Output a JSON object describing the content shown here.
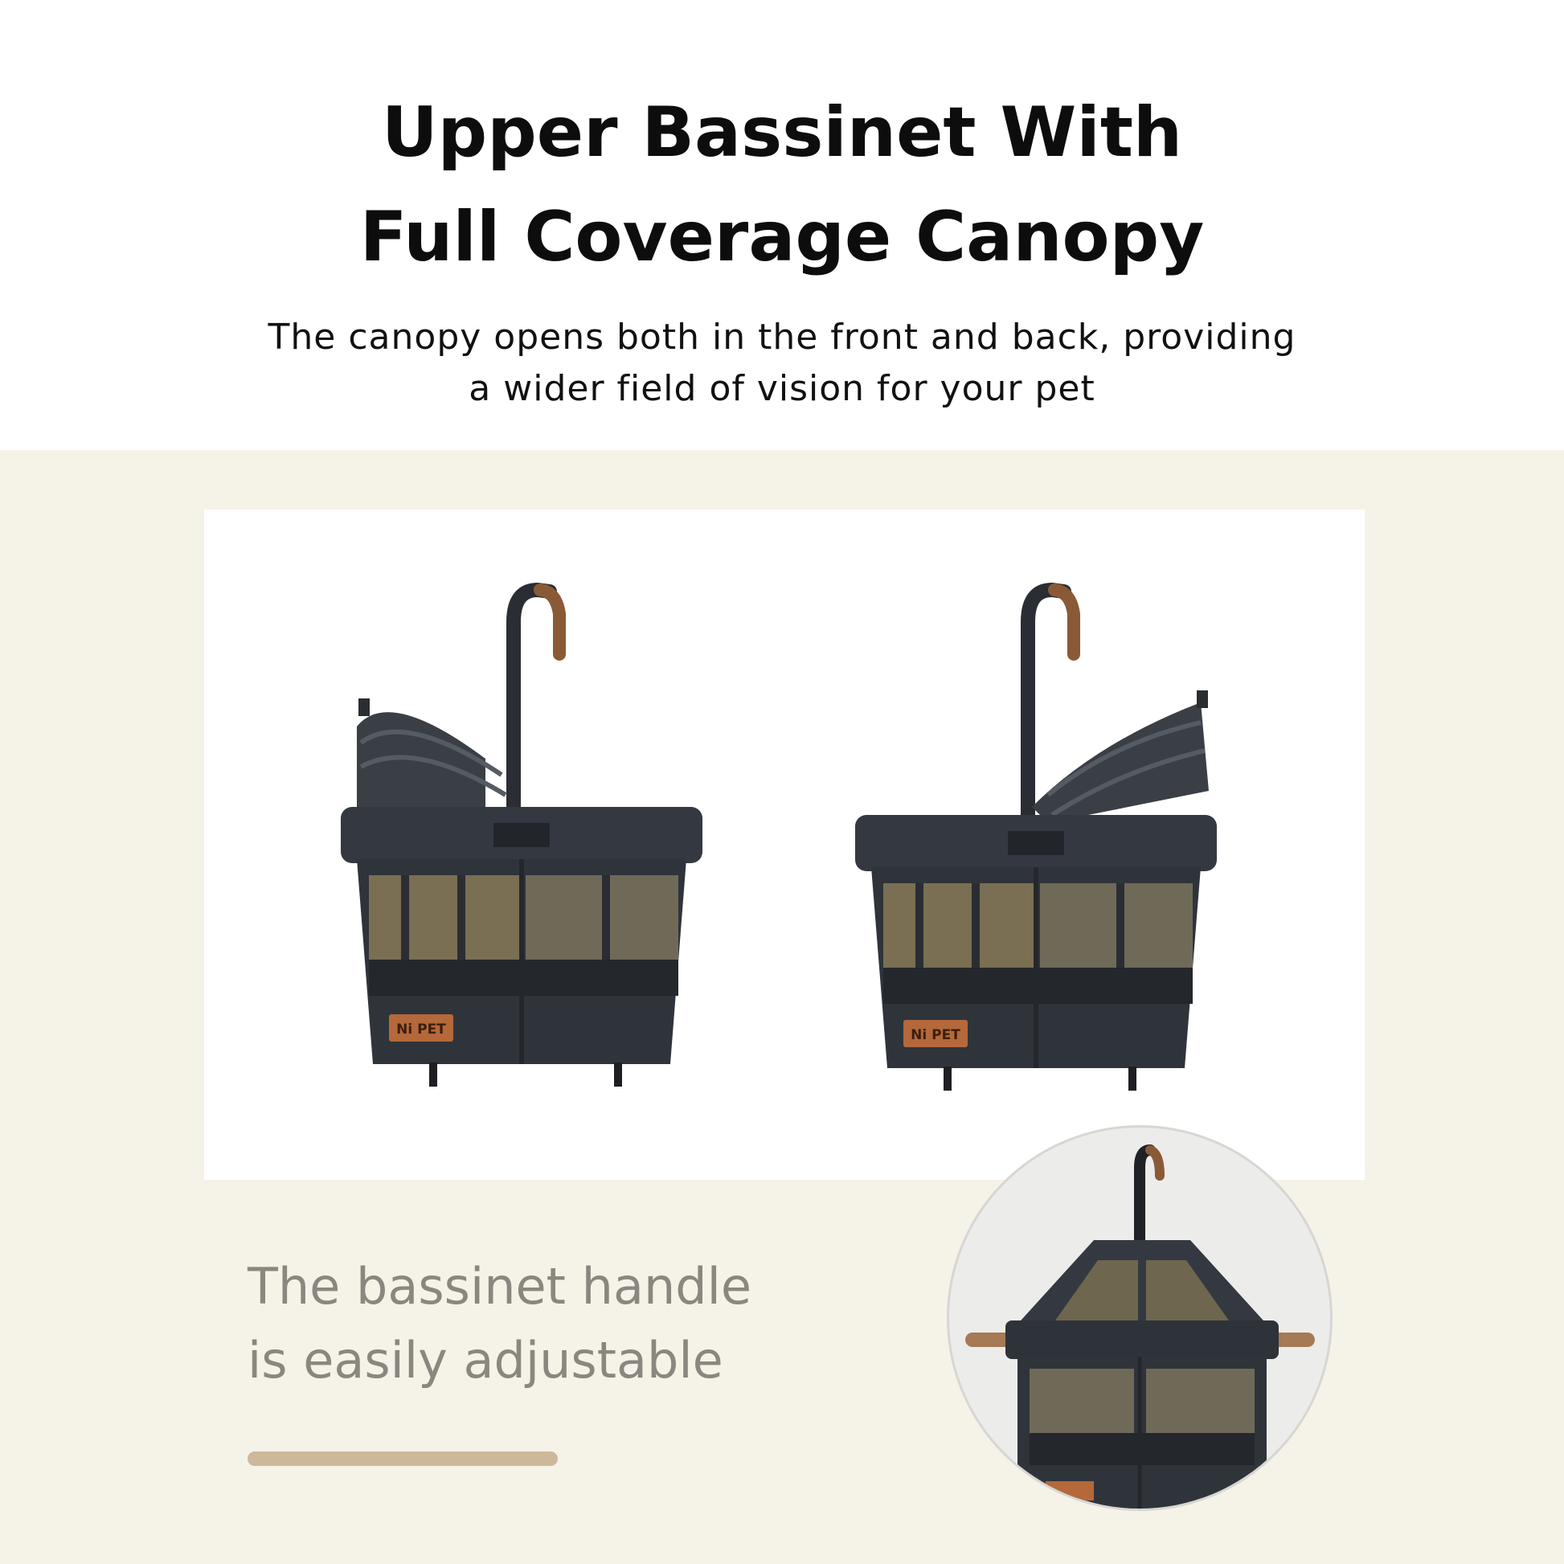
{
  "header": {
    "title_line1": "Upper Bassinet With",
    "title_line2": "Full Coverage Canopy",
    "subtitle_line1": "The canopy opens both in the front and back, providing",
    "subtitle_line2": "a wider field of vision for your pet"
  },
  "products": {
    "left_logo": "Ni PET",
    "right_logo": "Ni PET"
  },
  "feature": {
    "caption_line1": "The bassinet handle",
    "caption_line2": "is easily adjustable"
  },
  "colors": {
    "beige_background": "#f5f2e8",
    "accent_bar": "#cdb99a",
    "basket_fabric": "#2f343b",
    "logo_patch": "#b5683a"
  }
}
